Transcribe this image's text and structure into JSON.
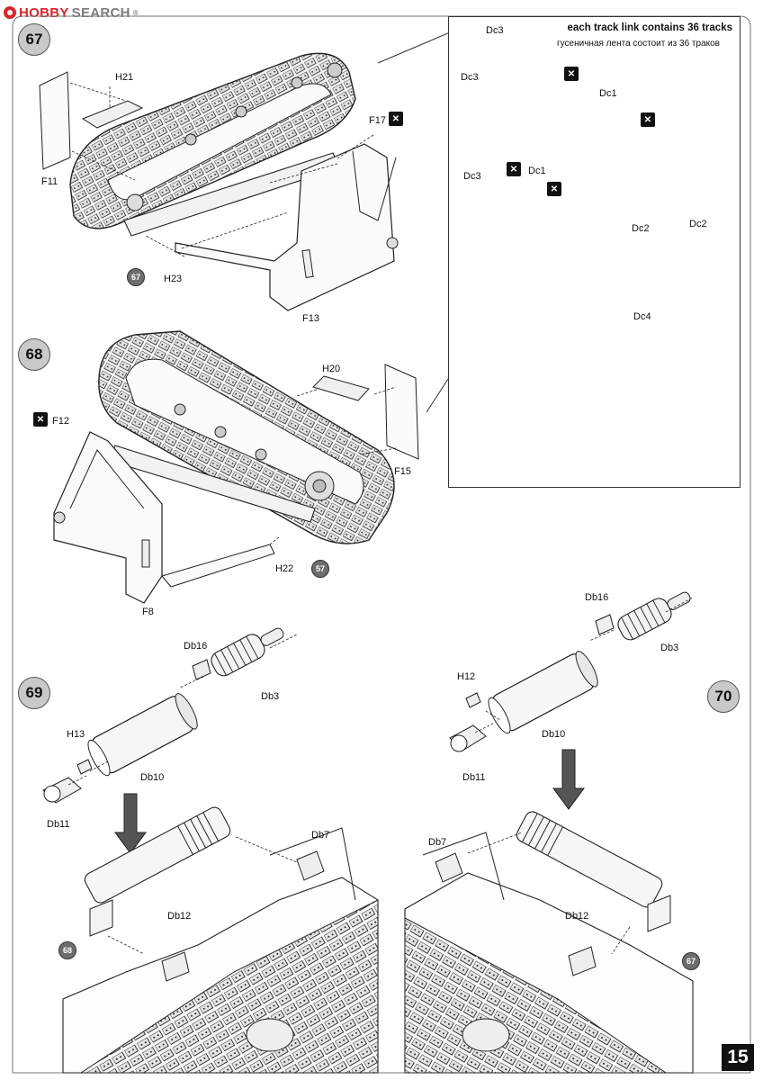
{
  "watermark": {
    "brand": "HOBBY",
    "rest": " SEARCH",
    "reg": "®"
  },
  "inset": {
    "title": "each track link contains 36 tracks",
    "subtitle": "гусеничная лента состоит из 36 траков",
    "labels": [
      "Dc3",
      "Dc3",
      "Dc3",
      "Dc1",
      "Dc1",
      "Dc2",
      "Dc2",
      "Dc4"
    ]
  },
  "steps": {
    "s67": {
      "number": "67",
      "labels": [
        "H21",
        "F17",
        "F11",
        "H23",
        "F13"
      ],
      "ref": "67"
    },
    "s68": {
      "number": "68",
      "labels": [
        "H20",
        "F12",
        "F15",
        "H22",
        "F8"
      ],
      "ref": "57"
    },
    "s69": {
      "number": "69",
      "labels": [
        "Db16",
        "Db3",
        "H13",
        "Db10",
        "Db11",
        "Db7",
        "Db12"
      ],
      "ref": "68"
    },
    "s70": {
      "number": "70",
      "labels": [
        "Db16",
        "Db3",
        "H12",
        "Db10",
        "Db11",
        "Db7",
        "Db12"
      ],
      "ref": "67"
    }
  },
  "page_number": "15",
  "icons": {
    "glue": "glue-icon",
    "arrow": "down-arrow-icon"
  }
}
